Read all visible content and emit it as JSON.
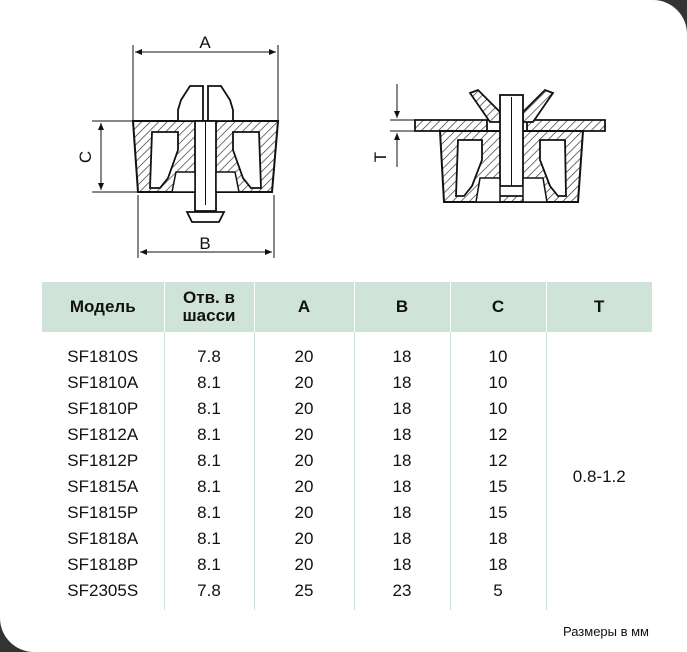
{
  "drawing": {
    "left_labels": {
      "a": "A",
      "b": "B",
      "c": "C"
    },
    "right_labels": {
      "t": "T"
    }
  },
  "table": {
    "headers": {
      "model": "Модель",
      "hole_line1": "Отв. в",
      "hole_line2": "шасси",
      "a": "A",
      "b": "B",
      "c": "C",
      "t": "T"
    },
    "rows": [
      {
        "model": "SF1810S",
        "hole": "7.8",
        "a": "20",
        "b": "18",
        "c": "10"
      },
      {
        "model": "SF1810A",
        "hole": "8.1",
        "a": "20",
        "b": "18",
        "c": "10"
      },
      {
        "model": "SF1810P",
        "hole": "8.1",
        "a": "20",
        "b": "18",
        "c": "10"
      },
      {
        "model": "SF1812A",
        "hole": "8.1",
        "a": "20",
        "b": "18",
        "c": "12"
      },
      {
        "model": "SF1812P",
        "hole": "8.1",
        "a": "20",
        "b": "18",
        "c": "12"
      },
      {
        "model": "SF1815A",
        "hole": "8.1",
        "a": "20",
        "b": "18",
        "c": "15"
      },
      {
        "model": "SF1815P",
        "hole": "8.1",
        "a": "20",
        "b": "18",
        "c": "15"
      },
      {
        "model": "SF1818A",
        "hole": "8.1",
        "a": "20",
        "b": "18",
        "c": "18"
      },
      {
        "model": "SF1818P",
        "hole": "8.1",
        "a": "20",
        "b": "18",
        "c": "18"
      },
      {
        "model": "SF2305S",
        "hole": "7.8",
        "a": "25",
        "b": "23",
        "c": "5"
      }
    ],
    "t_value": "0.8-1.2"
  },
  "footnote": "Размеры в мм"
}
